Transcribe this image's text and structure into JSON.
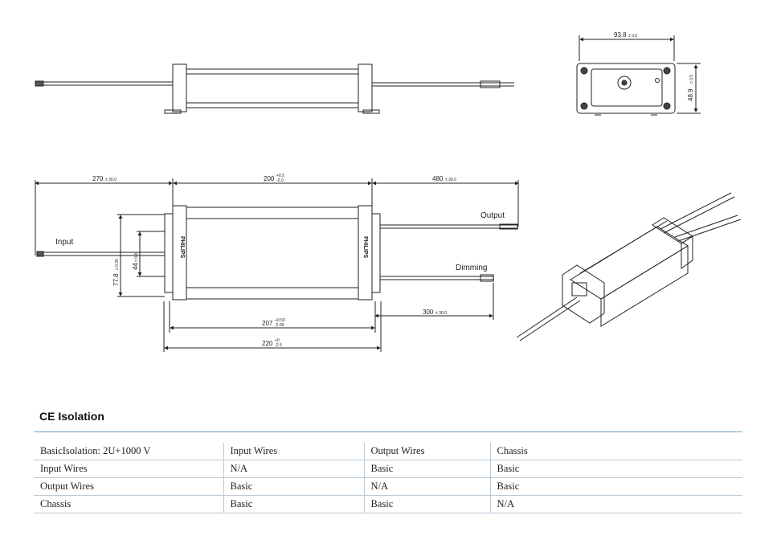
{
  "drawing": {
    "side_view": {
      "length_dim": "270",
      "length_tol": "± 30.0",
      "body_dim": "200",
      "body_tol_upper": "+0.5",
      "body_tol_lower": "-2.0",
      "output_length_dim": "480",
      "output_length_tol": "± 30.0",
      "height_dim": "77.8",
      "height_tol": "± 0.30",
      "mount_dim": "44",
      "mount_tol": "± 0.3",
      "dimming_length_dim": "300",
      "dimming_length_tol": "± 30.0",
      "mount_hole_dim": "207",
      "mount_hole_tol_upper": "+0.50",
      "mount_hole_tol_lower": "-2.00",
      "overall_dim": "220",
      "overall_tol_upper": "+0",
      "overall_tol_lower": "-2.5",
      "input_label": "Input",
      "output_label": "Output",
      "dimming_label": "Dimming",
      "brand_text": "PHILIPS"
    },
    "end_view": {
      "width_dim": "93.8",
      "width_tol": "± 0.5",
      "height_dim": "48.9",
      "height_tol": "± 0.5"
    }
  },
  "section": {
    "title": "CE Isolation"
  },
  "table": {
    "rows": [
      [
        "BasicIsolation: 2U+1000 V",
        "Input Wires",
        "Output Wires",
        "Chassis"
      ],
      [
        "Input Wires",
        "N/A",
        "Basic",
        "Basic"
      ],
      [
        "Output Wires",
        "Basic",
        "N/A",
        "Basic"
      ],
      [
        "Chassis",
        "Basic",
        "Basic",
        "N/A"
      ]
    ]
  }
}
